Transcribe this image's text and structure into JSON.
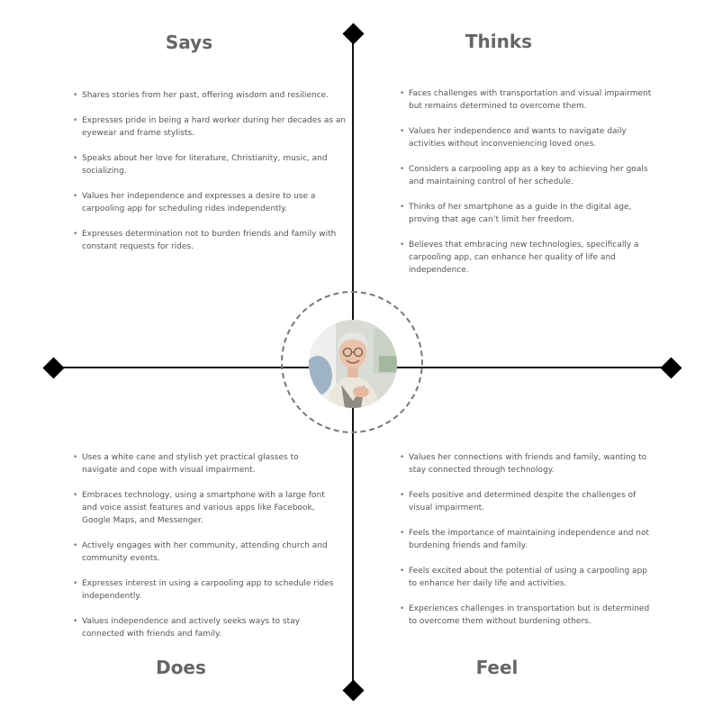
{
  "quadrants": {
    "says": {
      "title": "Says",
      "items": [
        "Shares stories from her past, offering wisdom and resilience.",
        "Expresses pride in being a hard worker during her decades as an eyewear and frame stylists.",
        "Speaks about her love for literature, Christianity, music, and socializing.",
        "Values her independence and expresses a desire to use a carpooling app for scheduling rides independently.",
        "Expresses determination not to burden friends and family with constant requests for rides."
      ]
    },
    "thinks": {
      "title": "Thinks",
      "items": [
        "Faces challenges with transportation and visual impairment but remains determined to overcome them.",
        "Values her independence and wants to navigate daily activities without inconveniencing loved ones.",
        "Considers a carpooling app as a key to achieving her goals and maintaining control of her schedule.",
        "Thinks of her smartphone as a guide in the digital age, proving that age can’t limit her freedom.",
        "Believes that embracing new technologies, specifically a carpooling app, can enhance her quality of life and independence."
      ]
    },
    "does": {
      "title": "Does",
      "items": [
        "Uses a white cane and stylish yet practical glasses to navigate and cope with visual impairment.",
        "Embraces technology, using a smartphone with a large font and voice assist features and various apps like Facebook, Google Maps, and Messenger.",
        "Actively engages with her community, attending church and community events.",
        "Expresses interest in using a carpooling app to schedule rides independently.",
        "Values independence and actively seeks ways to stay connected with friends and family."
      ]
    },
    "feel": {
      "title": "Feel",
      "items": [
        "Values her connections with friends and family, wanting to stay connected through technology.",
        "Feels positive and determined despite the challenges of visual impairment.",
        "Feels the importance of maintaining independence and not burdening friends and family.",
        "Feels excited about the potential of using a carpooling app to enhance her daily life and activities.",
        "Experiences challenges in transportation but is determined to overcome them without burdening others."
      ]
    }
  },
  "colors": {
    "axis": "#111111",
    "title": "#666666",
    "text": "#555555",
    "ring": "#777777"
  }
}
